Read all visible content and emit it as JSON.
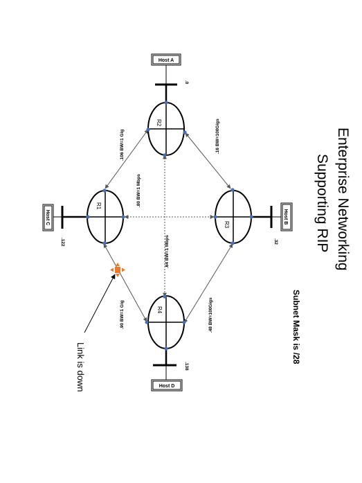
{
  "title_line1": "Enterprise Networking",
  "title_line2": "Supporting RIP",
  "subnet_mask": "Subnet Mask is /28",
  "annotation": "Link is down",
  "routers": {
    "r1": "R1",
    "r2": "R2",
    "r3": "R3",
    "r4": "R4"
  },
  "hosts": {
    "a": "Host A",
    "b": "Host B",
    "c": "Host C",
    "d": "Host D"
  },
  "lan_addresses": {
    "host_a": ".0",
    "host_b": ".32",
    "host_c": ".122",
    "host_d": ".138"
  },
  "links": {
    "r2_r3": ".16  BW=100Gigs",
    "r1_r2": ".106  BW=1 Gig",
    "r1_r3": ".80  BW=1 Mbps",
    "r2_r4": ".64  BW=1 Mbps",
    "r3_r4": ".48  BW=100Gigs",
    "r1_r4": ".90  BW=1 Gig"
  },
  "colors": {
    "node_dot": "#4a6fb0",
    "link_down_marker": "#e87a2e"
  }
}
